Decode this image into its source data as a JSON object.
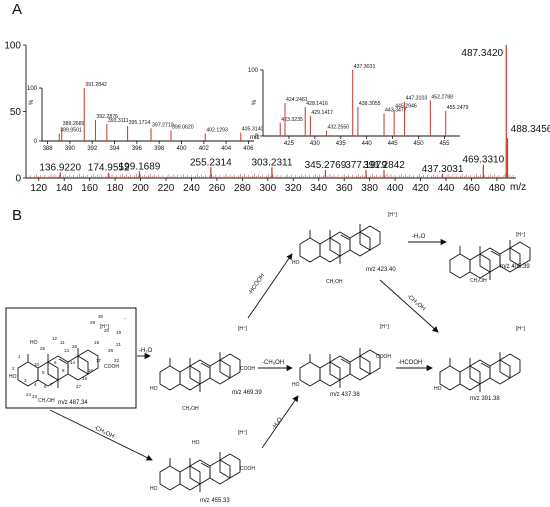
{
  "panel_a": {
    "label": "A",
    "main": {
      "xlabel": "m/z",
      "xlim": [
        110,
        495
      ],
      "ylim": [
        0,
        100
      ],
      "yticks": [
        0,
        50,
        100
      ],
      "xticks": [
        120,
        140,
        160,
        180,
        200,
        220,
        240,
        260,
        280,
        300,
        320,
        340,
        360,
        380,
        400,
        420,
        440,
        460,
        480
      ],
      "peaks": [
        {
          "mz": 136.922,
          "rel": 4,
          "label": "136.9220"
        },
        {
          "mz": 174.9552,
          "rel": 4,
          "label": "174.9552"
        },
        {
          "mz": 199.1689,
          "rel": 5,
          "label": "199.1689"
        },
        {
          "mz": 255.2314,
          "rel": 8,
          "label": "255.2314"
        },
        {
          "mz": 303.2311,
          "rel": 8,
          "label": "303.2311"
        },
        {
          "mz": 345.2769,
          "rel": 6,
          "label": "345.2769"
        },
        {
          "mz": 377.1979,
          "rel": 6,
          "label": "377.1979"
        },
        {
          "mz": 391.2842,
          "rel": 6,
          "label": "391.2842"
        },
        {
          "mz": 437.3031,
          "rel": 3,
          "label": "437.3031"
        },
        {
          "mz": 469.331,
          "rel": 10,
          "label": "469.3310"
        },
        {
          "mz": 487.342,
          "rel": 100,
          "label": "487.3420"
        },
        {
          "mz": 488.3456,
          "rel": 30,
          "label": "488.3456"
        }
      ]
    },
    "inset_left": {
      "xlabel": "m/z",
      "ylabel": "%",
      "ylim": [
        0,
        100
      ],
      "yticks": [
        0,
        100
      ],
      "xlim": [
        387.5,
        406.5
      ],
      "xticks": [
        388,
        390,
        392,
        394,
        396,
        398,
        400,
        402,
        404,
        406
      ],
      "peaks": [
        {
          "mz": 389.0501,
          "rel": 14,
          "label": "389.0501"
        },
        {
          "mz": 389.2689,
          "rel": 26,
          "label": "389.2689"
        },
        {
          "mz": 391.2842,
          "rel": 100,
          "label": "391.2842"
        },
        {
          "mz": 392.2876,
          "rel": 40,
          "label": "392.2876"
        },
        {
          "mz": 393.3111,
          "rel": 32,
          "label": "393.3111"
        },
        {
          "mz": 395.1714,
          "rel": 28,
          "label": "395.1714"
        },
        {
          "mz": 397.271,
          "rel": 24,
          "label": "397.2710"
        },
        {
          "mz": 399.062,
          "rel": 20,
          "label": "399.0620"
        },
        {
          "mz": 402.1293,
          "rel": 14,
          "label": "402.1293"
        },
        {
          "mz": 405.314,
          "rel": 16,
          "label": "405.3140"
        }
      ]
    },
    "inset_right": {
      "ylabel": "%",
      "ylim": [
        0,
        100
      ],
      "yticks": [
        0,
        100
      ],
      "xlim": [
        420,
        458
      ],
      "xticks": [
        425,
        430,
        435,
        440,
        445,
        450,
        455
      ],
      "peaks": [
        {
          "mz": 423.3235,
          "rel": 20,
          "label": "423.3235"
        },
        {
          "mz": 424.2461,
          "rel": 50,
          "label": "424.2461"
        },
        {
          "mz": 428.1416,
          "rel": 44,
          "label": "428.1416"
        },
        {
          "mz": 429.1417,
          "rel": 30,
          "label": "429.1417"
        },
        {
          "mz": 432.255,
          "rel": 8,
          "label": "432.2550"
        },
        {
          "mz": 437.3031,
          "rel": 100,
          "label": "437.3031"
        },
        {
          "mz": 438.3055,
          "rel": 44,
          "label": "438.3055"
        },
        {
          "mz": 443.3477,
          "rel": 34,
          "label": "443.3477"
        },
        {
          "mz": 445.2946,
          "rel": 40,
          "label": "445.2946"
        },
        {
          "mz": 447.3103,
          "rel": 52,
          "label": "447.3103"
        },
        {
          "mz": 452.2788,
          "rel": 54,
          "label": "452.2788"
        },
        {
          "mz": 455.2479,
          "rel": 38,
          "label": "455.2479"
        }
      ]
    }
  },
  "panel_b": {
    "label": "B",
    "parent": {
      "mz_label": "m/z 487.34",
      "charge": "[H⁺]",
      "minus": "-",
      "substituents": {
        "ho_top": "HO",
        "ho_left": "HO",
        "ch2oh": "CH₂OH",
        "cooh": "COOH"
      },
      "atom_numbers": [
        "30",
        "29",
        "20",
        "19",
        "21",
        "22",
        "18",
        "17",
        "12",
        "13",
        "11",
        "25",
        "26",
        "14",
        "16",
        "15",
        "27",
        "1",
        "9",
        "8",
        "2",
        "10",
        "3",
        "4",
        "5",
        "6",
        "7",
        "23",
        "24",
        "28"
      ]
    },
    "products": [
      {
        "id": "p469",
        "mz_label": "m/z 469.39",
        "charge": "[H⁺]",
        "ho": "HO",
        "ch2oh": "CH₂OH",
        "cooh": "COOH"
      },
      {
        "id": "p423",
        "mz_label": "m/z 423.40",
        "charge": "[H⁺]",
        "ho": "HO",
        "ch2oh": "CH₂OH"
      },
      {
        "id": "p405",
        "mz_label": "m/z 405.39",
        "charge": "[H⁺]",
        "ch2oh": "CH₂OH"
      },
      {
        "id": "p437",
        "mz_label": "m/z 437.38",
        "charge": "[H⁺]",
        "ho": "HO",
        "cooh": "COOH"
      },
      {
        "id": "p391",
        "mz_label": "m/z 391.38",
        "charge": "[H⁺]",
        "ho": "HO"
      },
      {
        "id": "p455",
        "mz_label": "m/z 455.33",
        "charge": "[H⁺]",
        "ho_top": "HO",
        "ho": "HO",
        "cooh": "COOH"
      }
    ],
    "arrow_labels": {
      "a1": "-H₂O",
      "a2": "-HCOOH",
      "a3": "-H₂O",
      "a4": "-CH₃OH",
      "a5": "-CH₃OH",
      "a6": "-HCOOH",
      "a7": "-CH₃OH",
      "a8": "-H₂O"
    }
  }
}
